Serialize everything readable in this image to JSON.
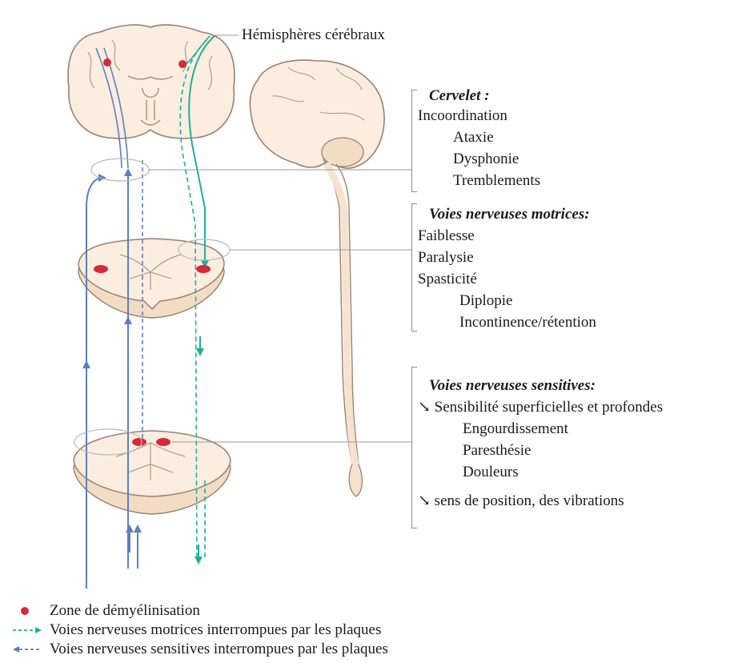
{
  "labels": {
    "hemispheres": "Hémisphères cérébraux"
  },
  "cervelet": {
    "title": "Cervelet :",
    "items": [
      "Incoordination",
      "Ataxie",
      "Dysphonie",
      "Tremblements"
    ]
  },
  "motrices": {
    "title": "Voies nerveuses motrices:",
    "items": [
      "Faiblesse",
      "Paralysie",
      "Spasticité",
      "Diplopie",
      "Incontinence/rétention"
    ]
  },
  "sensitives": {
    "title": "Voies nerveuses sensitives:",
    "items": [
      "↘ Sensibilité superficielles  et profondes",
      "Engourdissement",
      "Paresthésie",
      "Douleurs",
      "↘ sens de position, des vibrations"
    ]
  },
  "legend": {
    "demyelination": "Zone de démyélinisation",
    "motor": "Voies nerveuses motrices  interrompues par les  plaques",
    "sensory": "Voies nerveuses sensitives  interrompues par les  plaques"
  },
  "colors": {
    "tissue_fill": "#fbeee0",
    "tissue_stroke": "#9a8070",
    "motor_path": "#1fae9b",
    "sensory_path": "#5b7fbf",
    "lesion": "#d42a3a",
    "leader": "#9a9a9a"
  }
}
